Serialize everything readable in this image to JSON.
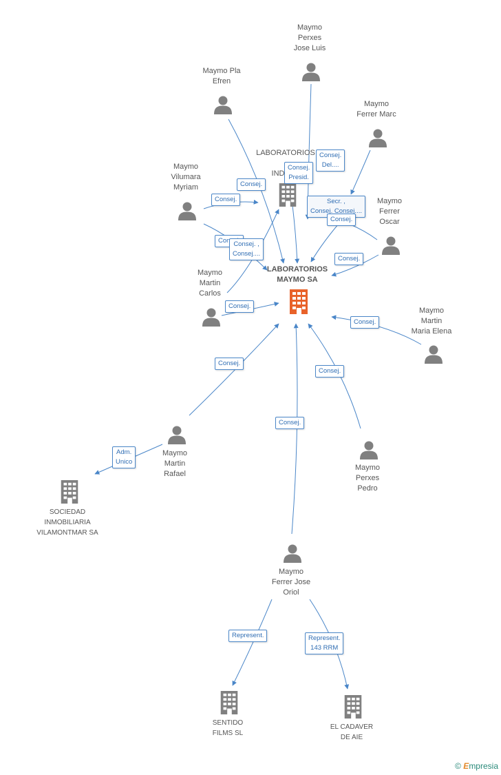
{
  "colors": {
    "edge": "#4a86c8",
    "person": "#808080",
    "company": "#808080",
    "main_company": "#e8622a"
  },
  "nodes": {
    "main": {
      "label": "LABORATORIOS\nMAYMO SA",
      "icon": "building-icon"
    },
    "lab_industrial": {
      "label": "LABORATORIOS\n\nINDUST",
      "icon": "building-icon"
    },
    "perxes_jose_luis": {
      "label": "Maymo\nPerxes\nJose Luis",
      "icon": "person-icon"
    },
    "pla_efren": {
      "label": "Maymo Pla\nEfren",
      "icon": "person-icon"
    },
    "ferrer_marc": {
      "label": "Maymo\nFerrer Marc",
      "icon": "person-icon"
    },
    "vilumara_myriam": {
      "label": "Maymo\nVilumara\nMyriam",
      "icon": "person-icon"
    },
    "ferrer_oscar": {
      "label": "Maymo\nFerrer\nOscar",
      "icon": "person-icon"
    },
    "martin_carlos": {
      "label": "Maymo\nMartin\nCarlos",
      "icon": "person-icon"
    },
    "martin_maria_elena": {
      "label": "Maymo\nMartin\nMaria Elena",
      "icon": "person-icon"
    },
    "martin_rafael": {
      "label": "Maymo\nMartin\nRafael",
      "icon": "person-icon"
    },
    "perxes_pedro": {
      "label": "Maymo\nPerxes\nPedro",
      "icon": "person-icon"
    },
    "sociedad_inmobiliaria": {
      "label": "SOCIEDAD\nINMOBILIARIA\nVILAMONTMAR SA",
      "icon": "building-icon"
    },
    "ferrer_jose_oriol": {
      "label": "Maymo\nFerrer Jose\nOriol",
      "icon": "person-icon"
    },
    "sentido_films": {
      "label": "SENTIDO\nFILMS SL",
      "icon": "building-icon"
    },
    "el_cadaver": {
      "label": "EL CADAVER\nDE AIE",
      "icon": "building-icon"
    }
  },
  "edge_labels": {
    "e1": "Consej.\nDel....",
    "e2": "Consej.\nPresid.",
    "e3": "Consej.",
    "e4": "Consej.",
    "e5": "Secr. ,\nConsej. Consej....",
    "e6": "Consej.",
    "e7": "Consej.",
    "e8": "Consej. ,\nConsej....",
    "e9": "Consej.",
    "e10": "Consej.",
    "e11": "Consej.",
    "e12": "Consej.",
    "e13": "Consej.",
    "e14": "Consej.",
    "e15": "Adm.\nUnico",
    "e16": "Represent.",
    "e17": "Represent.\n143 RRM"
  },
  "brand": {
    "symbol": "©",
    "initial": "E",
    "rest": "mpresia"
  }
}
